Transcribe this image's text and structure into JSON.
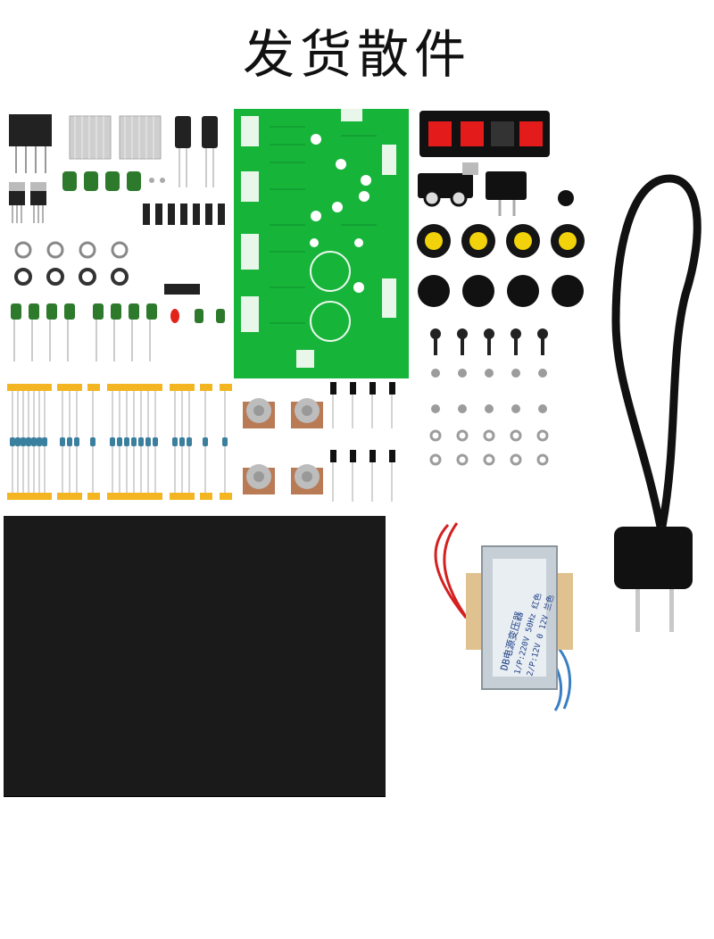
{
  "page": {
    "title": "发货散件"
  },
  "transformer": {
    "label_line1": "DB电源变压器",
    "label_line2": "1/P:220V 50Hz 红色",
    "label_line3": "2/P:12V 0 12V 兰色"
  },
  "colors": {
    "pcb_green": "#17b43a",
    "case_black": "#1a1a1a",
    "capacitor_green": "#2d7a2d",
    "knob_yellow": "#f2d20a",
    "resistor_tape": "#f3b521"
  }
}
